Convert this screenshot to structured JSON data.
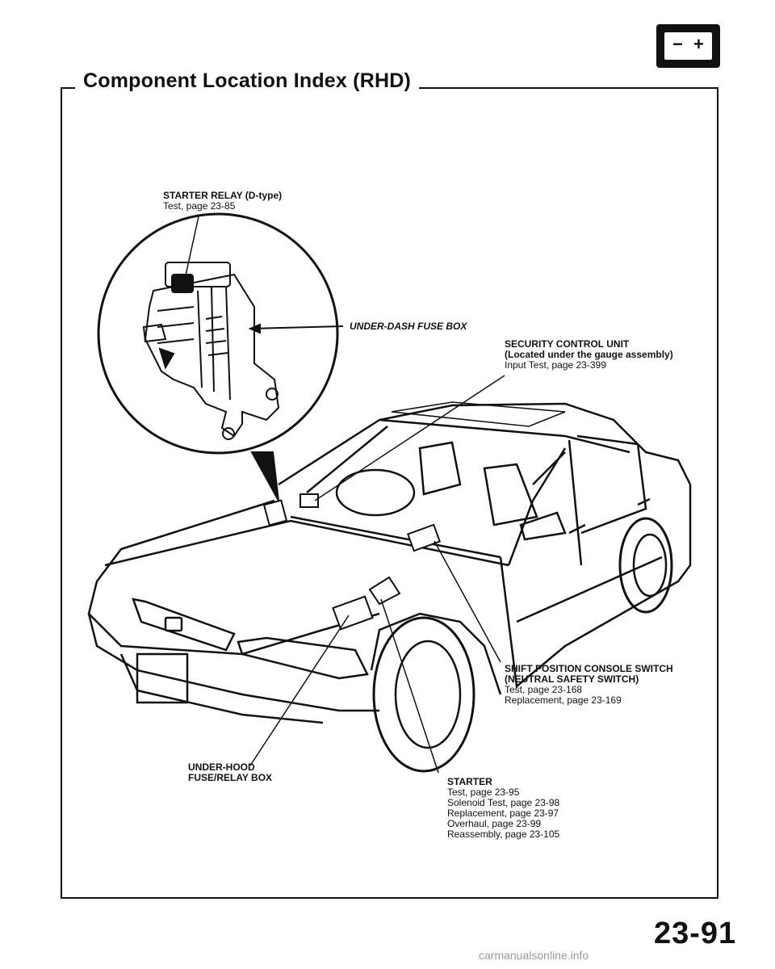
{
  "header": {
    "title": "Component Location Index (RHD)",
    "icon": "battery-icon"
  },
  "labels": {
    "starter_relay": {
      "name": "STARTER RELAY (D-type)",
      "lines": [
        "Test, page 23-85"
      ]
    },
    "under_dash_fuse_box": {
      "name": "UNDER-DASH FUSE BOX"
    },
    "security_control_unit": {
      "name": "SECURITY CONTROL UNIT",
      "note": "(Located under the gauge assembly)",
      "lines": [
        "Input Test, page 23-399"
      ]
    },
    "shift_position_switch": {
      "name": "SHIFT POSITION CONSOLE SWITCH",
      "name2": "(NEUTRAL SAFETY SWITCH)",
      "lines": [
        "Test, page 23-168",
        "Replacement, page 23-169"
      ]
    },
    "under_hood_fuse_relay_box": {
      "name": "UNDER-HOOD",
      "name2": "FUSE/RELAY BOX"
    },
    "starter": {
      "name": "STARTER",
      "lines": [
        "Test, page 23-95",
        "Solenoid Test, page 23-98",
        "Replacement, page 23-97",
        "Overhaul, page 23-99",
        "Reassembly, page 23-105"
      ]
    }
  },
  "page_number": "23-91",
  "footer": "carmanualsonline.info"
}
